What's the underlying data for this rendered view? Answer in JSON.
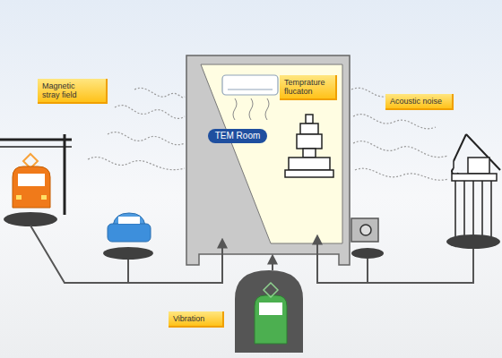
{
  "diagram": {
    "nodes": [
      {
        "text": [
          "Magnetic stray field"
        ]
      },
      {
        "text": [
          "Temprature flucaton"
        ]
      },
      {
        "text": [
          "Acoustic noise"
        ]
      },
      {
        "text": [
          "TEM Room"
        ]
      },
      {
        "text": [
          "Vibration"
        ]
      }
    ]
  }
}
